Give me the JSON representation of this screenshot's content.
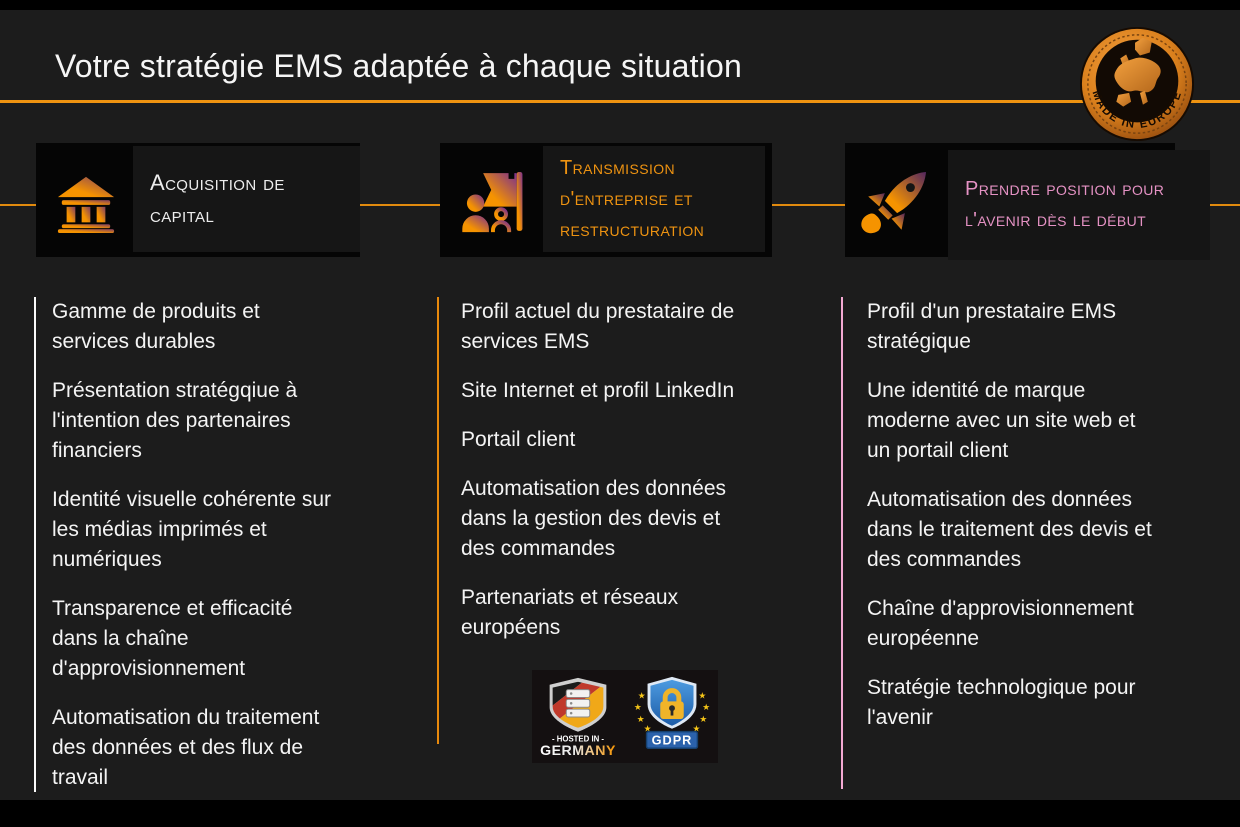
{
  "slide": {
    "title": "Votre stratégie EMS adaptée à chaque situation",
    "europe_badge_label": "MADE IN EUROPE",
    "colors": {
      "background": "#1C1C1C",
      "accent_orange": "#EE9311",
      "accent_pink": "#E592C4",
      "pink_line": "#F3A9D3",
      "white_line": "#FBFBFB"
    },
    "columns": [
      {
        "title": "Acquisition de capital",
        "icon": "bank-icon",
        "items": [
          "Gamme de produits et services durables",
          "Présentation stratégqiue à l'intention des partenaires financiers",
          "Identité visuelle cohérente sur les médias imprimés et numériques",
          "Transparence et efficacité dans la chaîne d'approvisionnement",
          "Automatisation du traitement des données et des flux de travail"
        ]
      },
      {
        "title": "Transmission d'entreprise et restructuration",
        "icon": "people-flag-icon",
        "items": [
          "Profil actuel du prestataire de services EMS",
          "Site Internet et profil LinkedIn",
          "Portail client",
          "Automatisation des données dans la gestion des devis et des commandes",
          "Partenariats et réseaux européens"
        ]
      },
      {
        "title": "Prendre position pour l'avenir dès le début",
        "icon": "rocket-icon",
        "items": [
          "Profil d'un prestataire EMS stratégique",
          "Une identité de marque moderne avec un site web et un portail client",
          "Automatisation des données dans le traitement des devis et des commandes",
          "Chaîne d'approvisionnement européenne",
          "Stratégie technologique pour l'avenir"
        ]
      }
    ],
    "trust_badges": {
      "hosted_line1": "- HOSTED IN -",
      "hosted_line2": "GERMANY",
      "gdpr_label": "GDPR"
    }
  }
}
